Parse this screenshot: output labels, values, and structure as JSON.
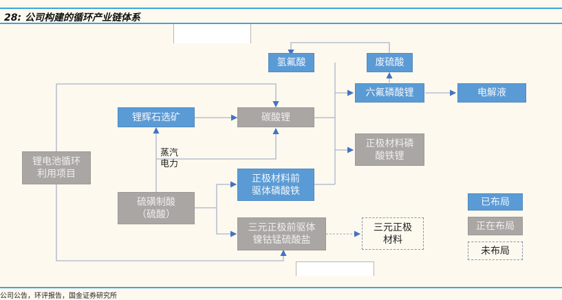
{
  "header": {
    "title": "28: 公司构建的循环产业链体系"
  },
  "diagram": {
    "nodes": {
      "hf": {
        "label": "氢氟酸",
        "status": "已布局"
      },
      "waste_acid": {
        "label": "废硫酸",
        "status": "已布局"
      },
      "lipf6": {
        "label": "六氟磷酸锂",
        "status": "已布局"
      },
      "electrolyte": {
        "label": "电解液",
        "status": "已布局"
      },
      "spodumene": {
        "label": "锂辉石选矿",
        "status": "已布局"
      },
      "li2co3": {
        "label": "碳酸锂",
        "status": "正在布局"
      },
      "lfp": {
        "label": "正极材料磷\n酸铁锂",
        "status": "正在布局"
      },
      "recycling": {
        "label": "锂电池循环\n利用项目",
        "status": "正在布局"
      },
      "fepo4": {
        "label": "正极材料前\n驱体磷酸铁",
        "status": "已布局"
      },
      "sulfuric": {
        "label": "硫磺制酸\n（硫酸）",
        "status": "正在布局"
      },
      "ncm_pre": {
        "label": "三元正极前驱体\n镍钴锰硫酸盐",
        "status": "正在布局"
      },
      "ncm": {
        "label": "三元正极\n材料",
        "status": "未布局"
      }
    },
    "edge_label": "蒸汽\n电力",
    "legend": [
      {
        "label": "已布局",
        "style": "blue"
      },
      {
        "label": "正在布局",
        "style": "gray"
      },
      {
        "label": "未布局",
        "style": "dashed"
      }
    ],
    "colors": {
      "deployed": "#5b9bd5",
      "in_progress": "#a9a6a4",
      "planned_border": "#7f93a8",
      "connector": "#a9b4c8",
      "arrow": "#4472c4",
      "rule": "#3aa6e0"
    }
  },
  "footer": {
    "source": "公司公告，环评报告，国金证券研究所"
  }
}
